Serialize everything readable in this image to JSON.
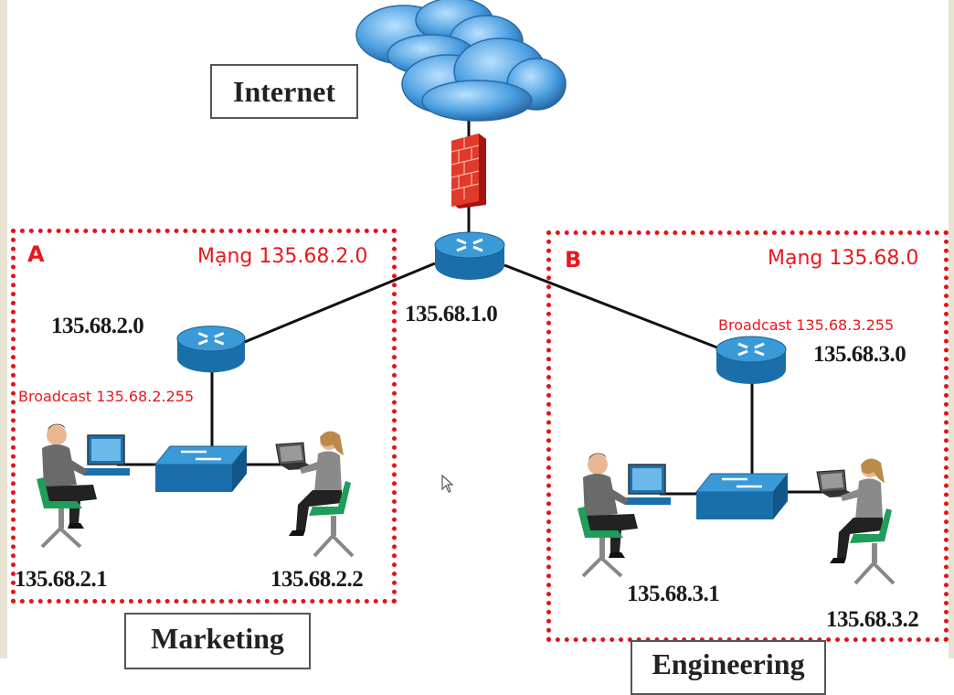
{
  "labels": {
    "internet": "Internet",
    "marketing": "Marketing",
    "engineering": "Engineering"
  },
  "zones": {
    "a": {
      "letter": "A",
      "network": "Mạng 135.68.2.0"
    },
    "b": {
      "letter": "B",
      "network": "Mạng 135.68.0"
    }
  },
  "addresses": {
    "core_router": "135.68.1.0",
    "router_a": "135.68.2.0",
    "router_b": "135.68.3.0",
    "host_a1": "135.68.2.1",
    "host_a2": "135.68.2.2",
    "host_b1": "135.68.3.1",
    "host_b2": "135.68.3.2"
  },
  "broadcast": {
    "a": "Broadcast 135.68.2.255",
    "b": "Broadcast 135.68.3.255"
  },
  "colors": {
    "accent_red": "#e3131b",
    "device_blue": "#1e7fc1",
    "cloud_blue": "#5aa9e6",
    "firewall_red": "#d9261c"
  },
  "icons": [
    "cloud-icon",
    "firewall-icon",
    "router-icon",
    "switch-icon",
    "user-desktop-icon",
    "user-laptop-icon",
    "cursor-icon"
  ]
}
